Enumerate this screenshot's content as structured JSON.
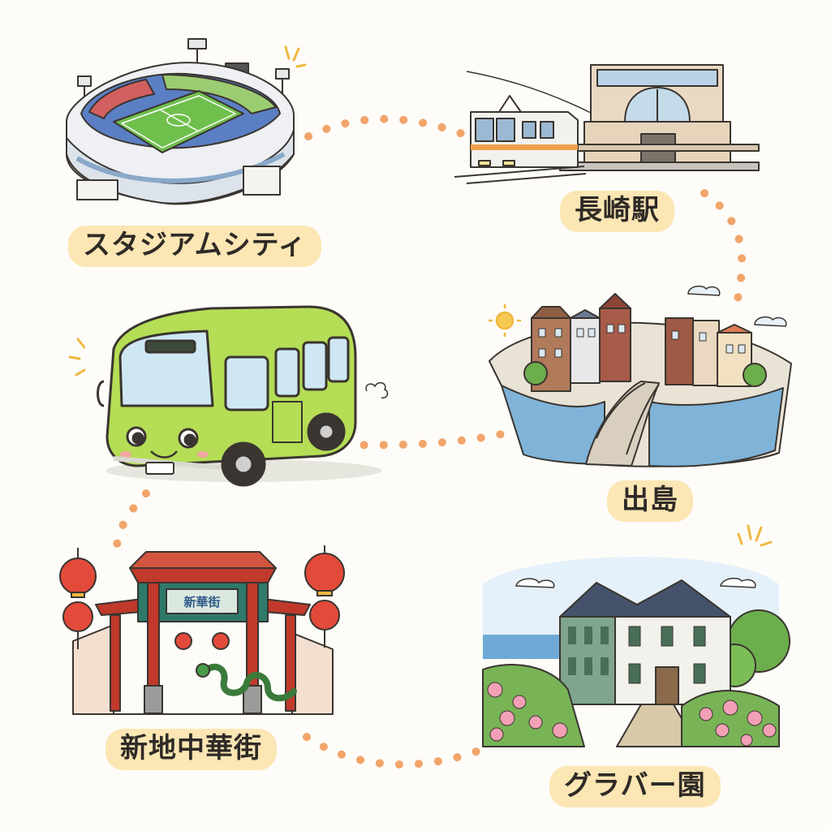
{
  "colors": {
    "background": "#fdfcf8",
    "label_bg": "#fbe6b4",
    "route_dots": "#f2a56a",
    "bus_body": "#b5dd55",
    "outline": "#3a3530"
  },
  "labels": {
    "stadium": "スタジアムシティ",
    "station": "長崎駅",
    "dejima": "出島",
    "chinatown": "新地中華街",
    "glover": "グラバー園"
  },
  "gate_sign": "新華街",
  "illustrations": {
    "stadium": "stadium-illustration",
    "station": "train-station-illustration",
    "dejima": "dejima-canal-illustration",
    "bus": "smiling-bus-illustration",
    "chinatown": "chinatown-gate-illustration",
    "glover": "glover-house-illustration"
  }
}
